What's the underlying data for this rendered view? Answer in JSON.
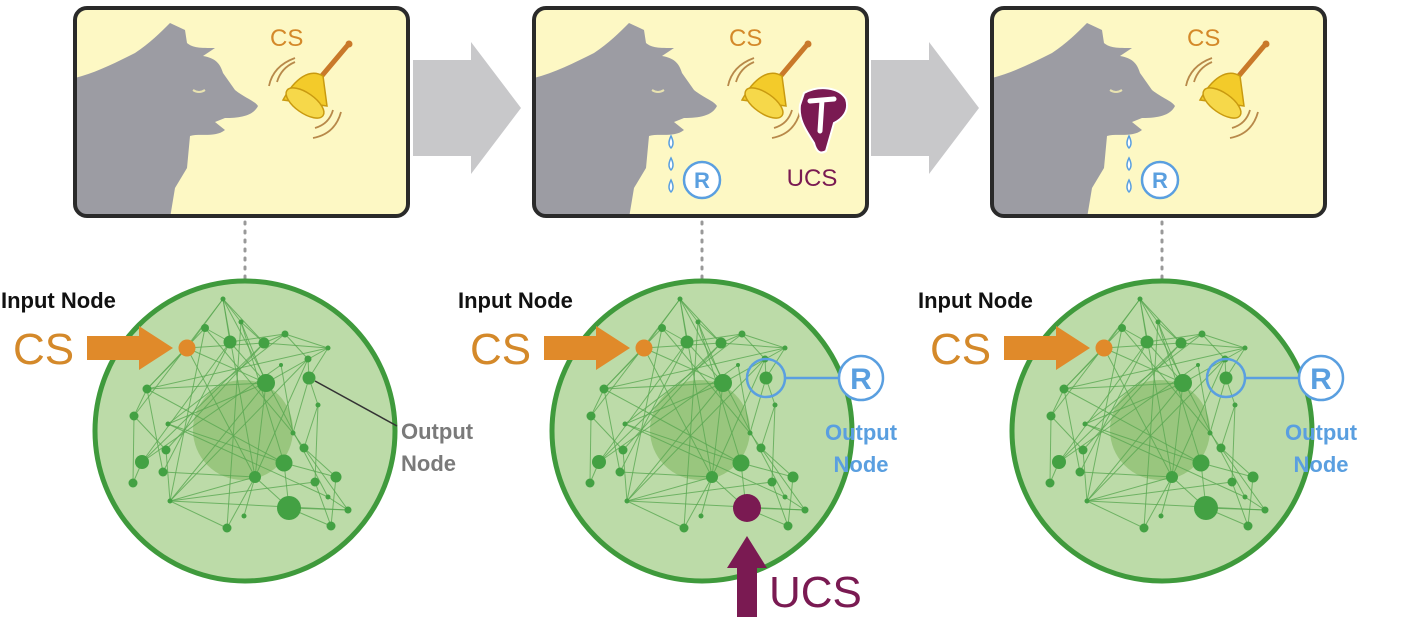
{
  "colors": {
    "panel_bg": "#fdf8c4",
    "panel_border": "#2a2a2a",
    "dog": "#9c9ca3",
    "bell": "#f3cb2a",
    "bell_handle": "#c9792a",
    "cs": "#d4892a",
    "ucs": "#7a1a52",
    "response": "#5a9fe0",
    "arrow_gray": "#c8c8ca",
    "network_fill": "#bcdba8",
    "network_border": "#3f9a3c",
    "node": "#43a143",
    "edge": "#5aa852",
    "blob": "#8dbf70",
    "input_node": "#e08a2a",
    "output_label_gray": "#7a7a7a",
    "connector": "#999999"
  },
  "panels": [
    {
      "id": "before",
      "scene": {
        "cs_label": "CS",
        "ucs_label": null,
        "response_label": null
      },
      "network": {
        "input_label": "Input Node",
        "cs_label": "CS",
        "output_label_line1": "Output",
        "output_label_line2": "Node",
        "output_style": "gray-pointer",
        "response_label": null,
        "ucs_label": null
      }
    },
    {
      "id": "during",
      "scene": {
        "cs_label": "CS",
        "ucs_label": "UCS",
        "response_label": "R"
      },
      "network": {
        "input_label": "Input Node",
        "cs_label": "CS",
        "output_label_line1": "Output",
        "output_label_line2": "Node",
        "output_style": "blue-response",
        "response_label": "R",
        "ucs_label": "UCS"
      }
    },
    {
      "id": "after",
      "scene": {
        "cs_label": "CS",
        "ucs_label": null,
        "response_label": "R"
      },
      "network": {
        "input_label": "Input Node",
        "cs_label": "CS",
        "output_label_line1": "Output",
        "output_label_line2": "Node",
        "output_style": "blue-response",
        "response_label": "R",
        "ucs_label": null
      }
    }
  ]
}
